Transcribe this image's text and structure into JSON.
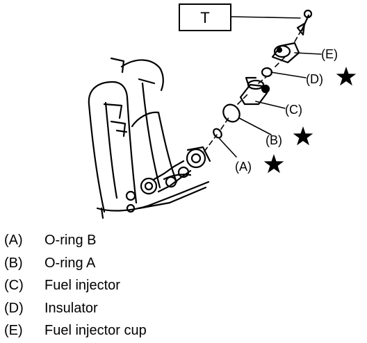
{
  "tool_label": "T",
  "callouts": [
    {
      "code": "(A)",
      "starred": true
    },
    {
      "code": "(B)",
      "starred": true
    },
    {
      "code": "(C)",
      "starred": false
    },
    {
      "code": "(D)",
      "starred": true
    },
    {
      "code": "(E)",
      "starred": false
    }
  ],
  "legend": [
    {
      "code": "(A)",
      "text": "O-ring B"
    },
    {
      "code": "(B)",
      "text": "O-ring A"
    },
    {
      "code": "(C)",
      "text": "Fuel injector"
    },
    {
      "code": "(D)",
      "text": "Insulator"
    },
    {
      "code": "(E)",
      "text": "Fuel injector cup"
    }
  ]
}
